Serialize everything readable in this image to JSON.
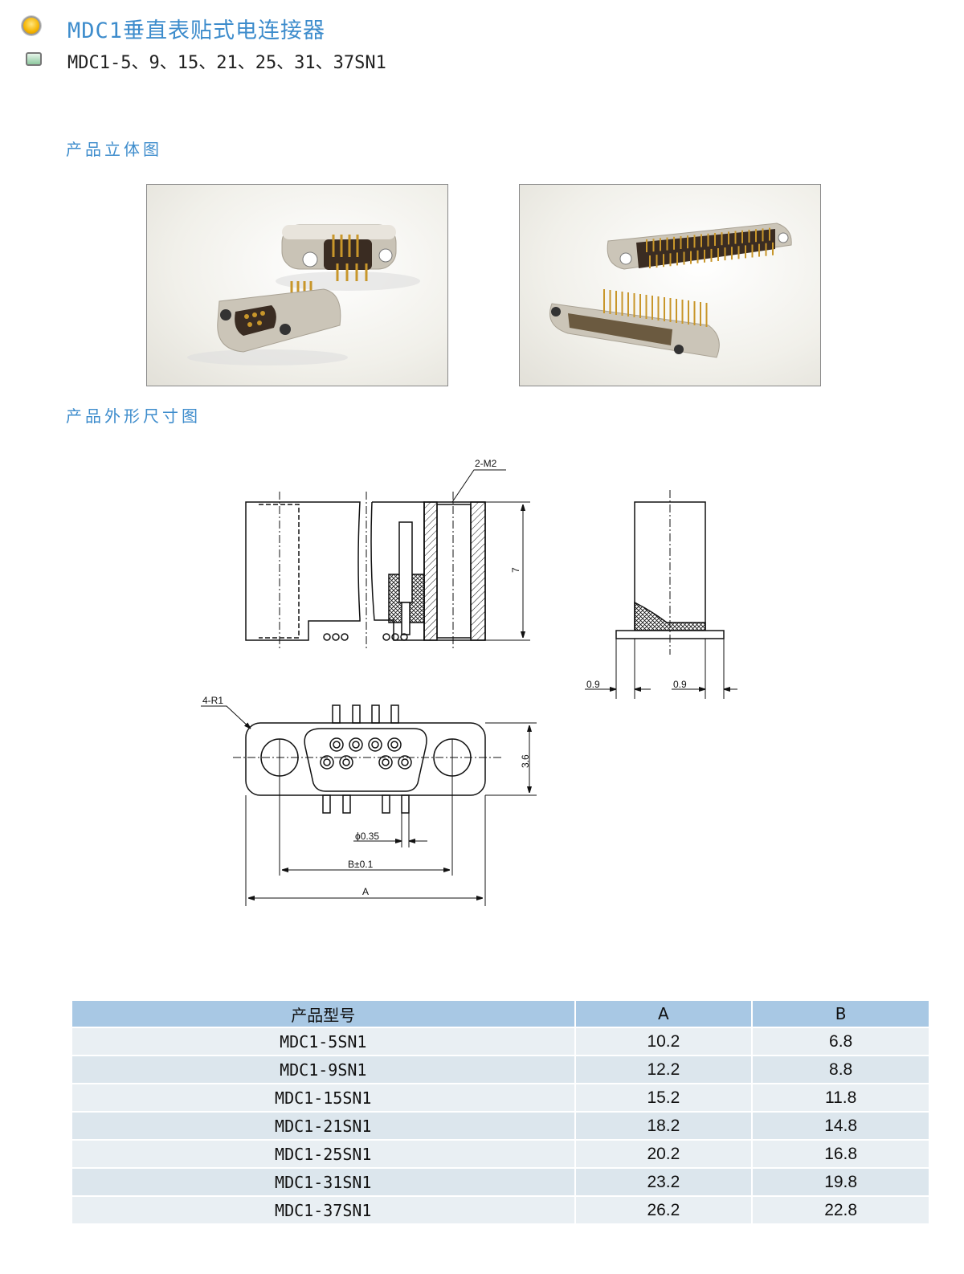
{
  "header": {
    "title": "MDC1垂直表贴式电连接器",
    "subtitle": "MDC1-5、9、15、21、25、31、37SN1"
  },
  "sections": {
    "photos": "产品立体图",
    "dimensions": "产品外形尺寸图"
  },
  "drawing_labels": {
    "thread": "2-M2",
    "height": "7",
    "radius": "4-R1",
    "width": "3.6",
    "pin_dia": "ϕ0.35",
    "b_dim": "B±0.1",
    "a_dim": "A",
    "offset_left": "0.9",
    "offset_right": "0.9"
  },
  "table": {
    "headers": [
      "产品型号",
      "A",
      "B"
    ],
    "rows": [
      [
        "MDC1-5SN1",
        "10.2",
        "6.8"
      ],
      [
        "MDC1-9SN1",
        "12.2",
        "8.8"
      ],
      [
        "MDC1-15SN1",
        "15.2",
        "11.8"
      ],
      [
        "MDC1-21SN1",
        "18.2",
        "14.8"
      ],
      [
        "MDC1-25SN1",
        "20.2",
        "16.8"
      ],
      [
        "MDC1-31SN1",
        "23.2",
        "19.8"
      ],
      [
        "MDC1-37SN1",
        "26.2",
        "22.8"
      ]
    ]
  }
}
